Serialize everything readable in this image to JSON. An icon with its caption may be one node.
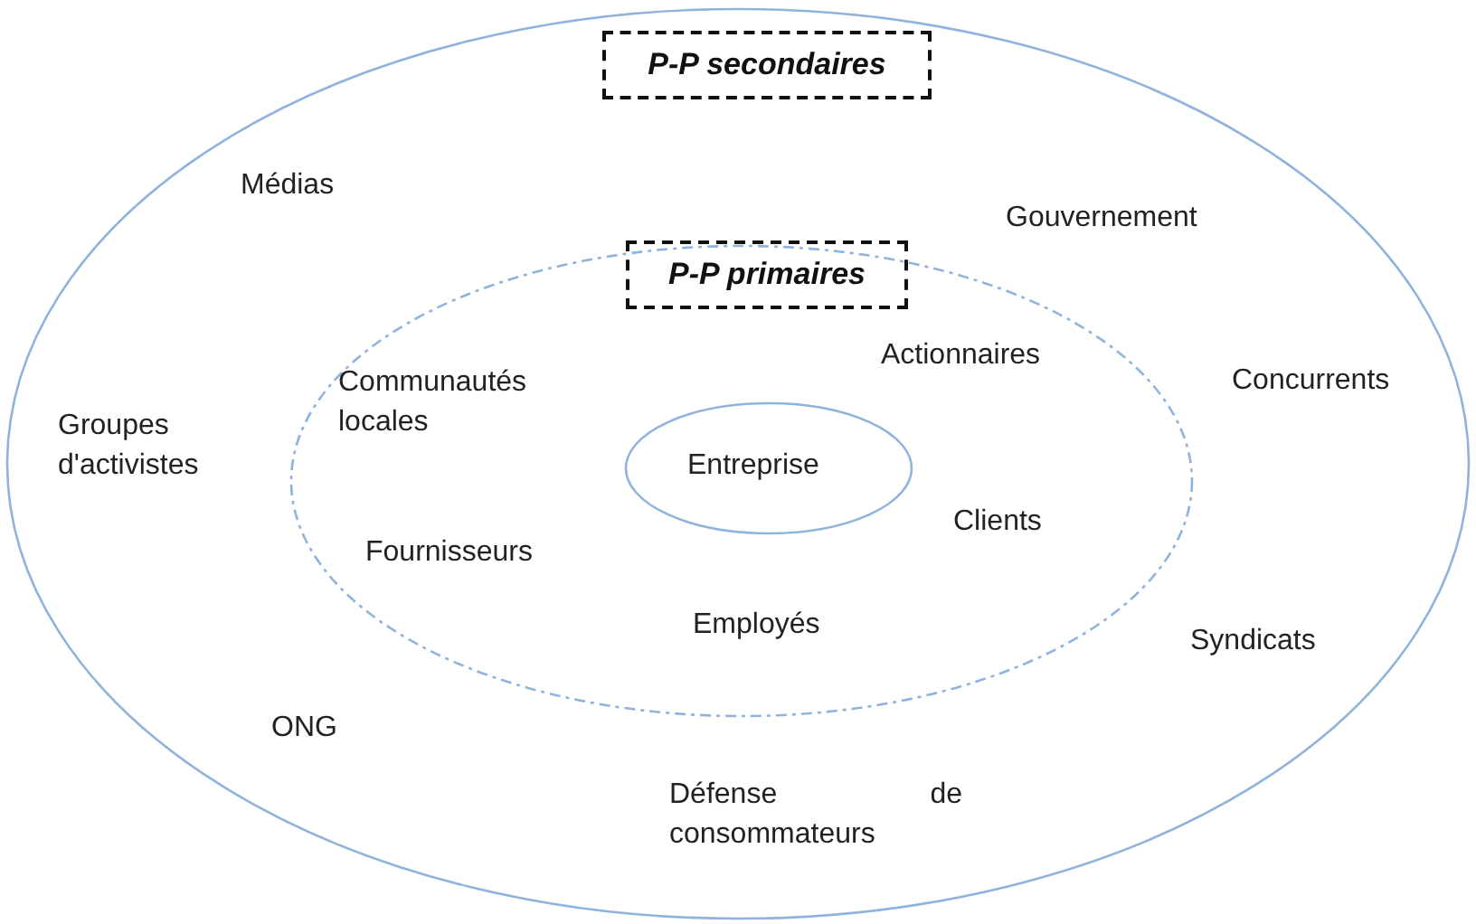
{
  "diagram": {
    "nodes": [
      {
        "text": [
          "Médias",
          "Gouvernement",
          "Groupes d'activistes",
          "Concurrents",
          "Syndicats",
          "ONG",
          "Défense de consommateurs"
        ]
      },
      {
        "text": [
          "P-P secondaires"
        ],
        "in": 0
      },
      {
        "text": [
          "Communautés locales",
          "Actionnaires",
          "Clients",
          "Fournisseurs",
          "Employés"
        ],
        "in": 0
      },
      {
        "text": [
          "P-P primaires"
        ],
        "in": 0
      },
      {
        "text": [
          "Entreprise"
        ],
        "in": 2
      }
    ],
    "edges": []
  }
}
